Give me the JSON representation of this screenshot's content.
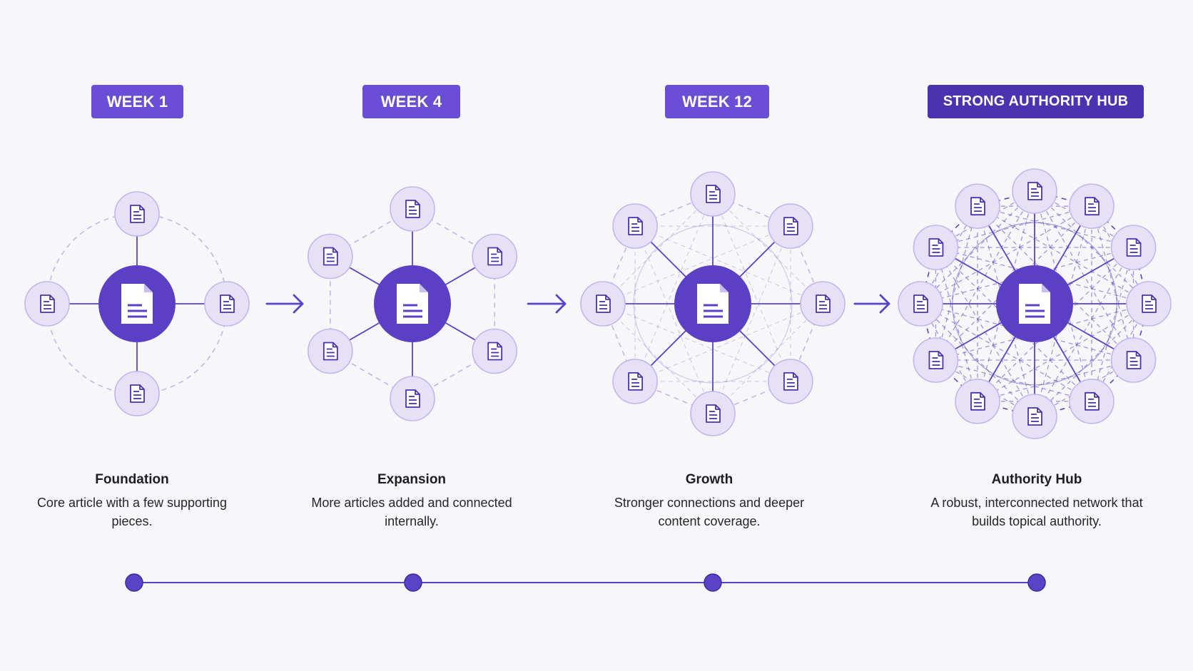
{
  "colors": {
    "accent": "#6a4fd6",
    "accent_dark": "#4a32b0",
    "node_fill": "#e7e1f7",
    "node_stroke": "#c4b5f0",
    "core_fill": "#5b3fc4",
    "line": "#5b43c8",
    "background": "#f7f7f9"
  },
  "stages": [
    {
      "badge": "WEEK 1",
      "title": "Foundation",
      "desc": "Core article with a few supporting pieces.",
      "satellites": 4,
      "mesh": "ring"
    },
    {
      "badge": "WEEK 4",
      "title": "Expansion",
      "desc": "More articles added and connected internally.",
      "satellites": 6,
      "mesh": "ring"
    },
    {
      "badge": "WEEK 12",
      "title": "Growth",
      "desc": "Stronger connections and deeper content coverage.",
      "satellites": 8,
      "mesh": "dense"
    },
    {
      "badge": "STRONG AUTHORITY HUB",
      "title": "Authority Hub",
      "desc": "A robust, interconnected network that builds topical authority.",
      "satellites": 12,
      "mesh": "full"
    }
  ],
  "icons": {
    "node": "document-icon",
    "core": "document-icon",
    "transition": "arrow-right-icon"
  },
  "timeline": {
    "points": 4
  }
}
